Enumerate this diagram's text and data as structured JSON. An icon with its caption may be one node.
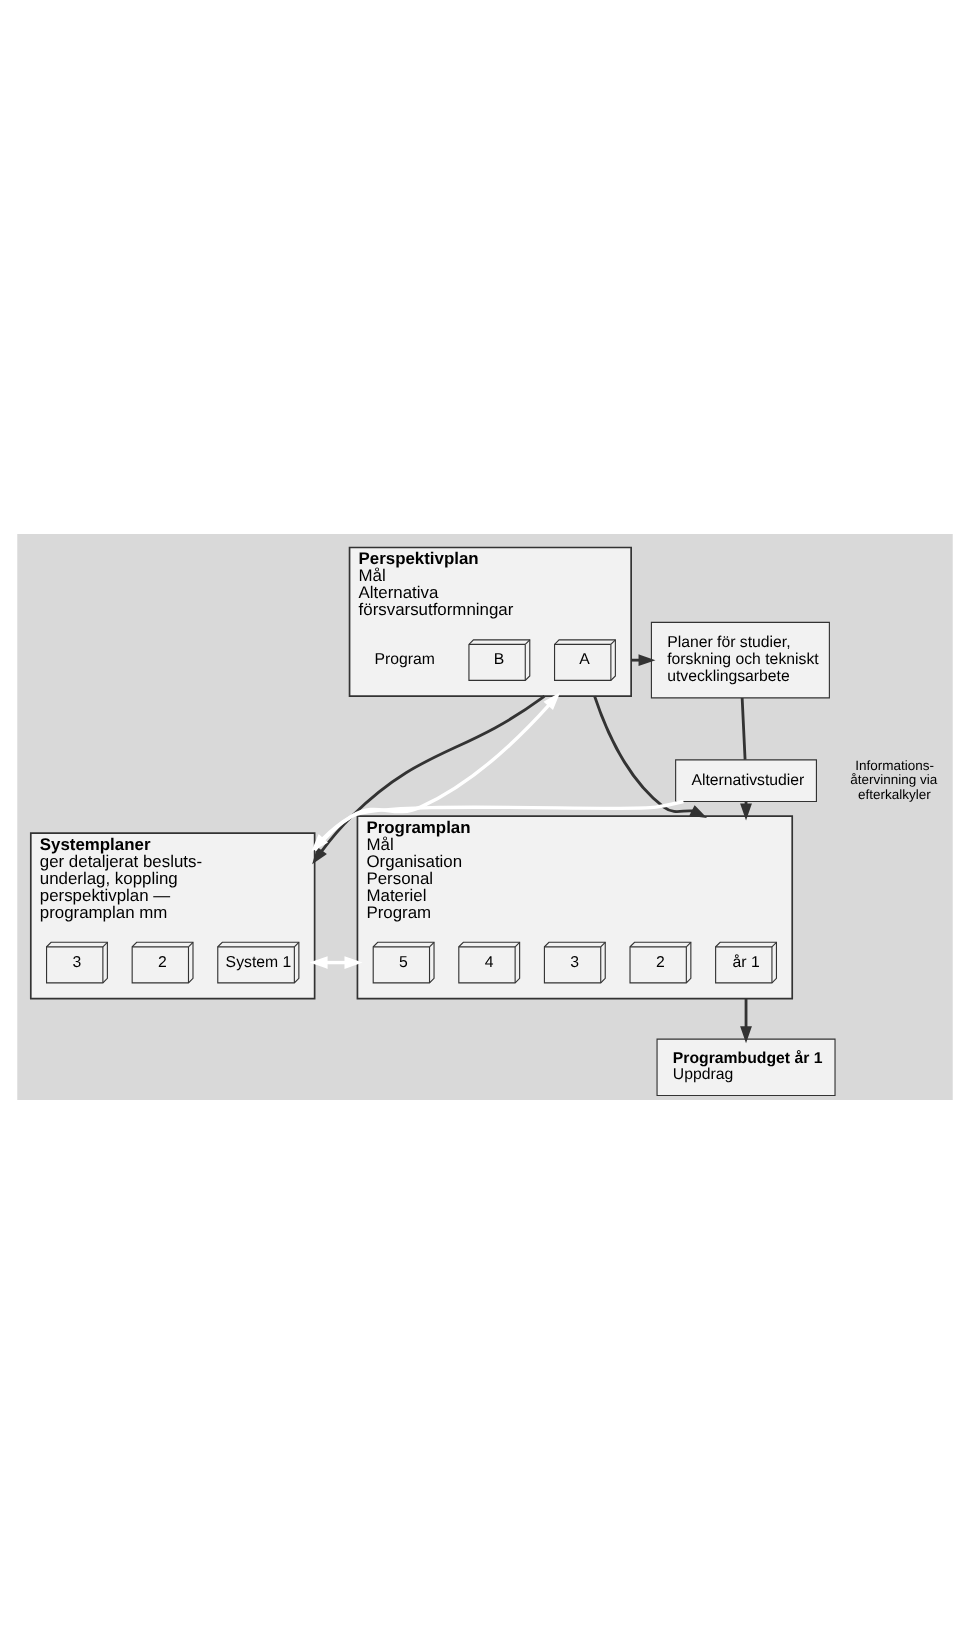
{
  "diagram": {
    "nodes": [
      {
        "text": [
          "Perspektivplan",
          "Mål",
          "Alternativa försvarsutformningar"
        ]
      },
      {
        "text": [
          "A"
        ],
        "in": 0
      },
      {
        "text": [
          "B"
        ],
        "in": 0
      },
      {
        "text": [
          "Planer för studier, forskning och tekniskt utvecklingsarbete"
        ]
      },
      {
        "text": [
          "Alternativstudier"
        ]
      },
      {
        "text": [
          "Systemplaner",
          "ger detaljerat besluts- underlag, koppling perspektivplan — programplan mm"
        ]
      },
      {
        "text": [
          "System 1"
        ],
        "in": 5
      },
      {
        "text": [
          "2"
        ],
        "in": 5
      },
      {
        "text": [
          "3"
        ],
        "in": 5
      },
      {
        "text": [
          "Programplan",
          "Mål",
          "Organisation",
          "Personal",
          "Materiel",
          "Program"
        ]
      },
      {
        "text": [
          "år 1"
        ],
        "in": 9
      },
      {
        "text": [
          "2"
        ],
        "in": 9
      },
      {
        "text": [
          "3"
        ],
        "in": 9
      },
      {
        "text": [
          "4"
        ],
        "in": 9
      },
      {
        "text": [
          "5"
        ],
        "in": 9
      },
      {
        "text": [
          "Programbudget år 1",
          "Uppdrag"
        ]
      }
    ],
    "edges": [
      {
        "from": 0,
        "to": 3,
        "arrow": "to"
      },
      {
        "from": 3,
        "to": 4,
        "arrow": "none"
      },
      {
        "from": 0,
        "to": 5,
        "arrow": "to"
      },
      {
        "from": 0,
        "to": 9,
        "arrow": "to"
      },
      {
        "from": 4,
        "to": 9,
        "arrow": "to"
      },
      {
        "from": 4,
        "to": 5,
        "arrow": "to",
        "color": "#ffffff"
      },
      {
        "from": 5,
        "to": 0,
        "arrow": "to",
        "color": "#ffffff"
      },
      {
        "from": 5,
        "to": 9,
        "arrow": "both",
        "color": "#ffffff"
      },
      {
        "from": 9,
        "to": 15,
        "arrow": "to"
      }
    ],
    "labels": [
      "Program",
      "Informations- återvinning via efterkalkyler"
    ]
  }
}
